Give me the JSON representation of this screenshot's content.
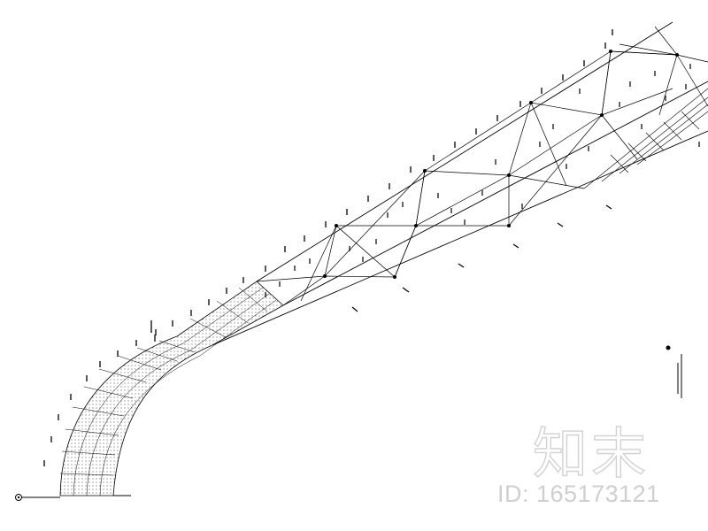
{
  "drawing": {
    "description_type": "cad-curved-roof-truss-layout"
  },
  "watermark": {
    "logo_text": "知末",
    "id_text": "ID: 165173121"
  },
  "colors": {
    "background": "#ffffff",
    "line": "#000000",
    "watermark": "#d0d0d0"
  }
}
